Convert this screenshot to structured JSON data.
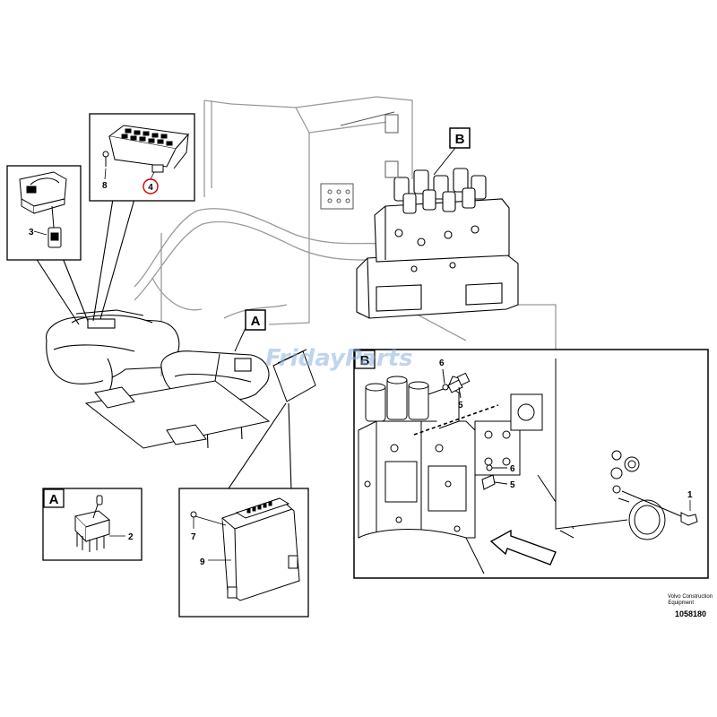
{
  "watermark": {
    "text": "FridayParts",
    "color_main": "#8fb1df",
    "color_accent": "#f2c27a"
  },
  "main_callouts": {
    "a": "A",
    "b": "B"
  },
  "detail_a": {
    "letter": "A",
    "part": "2"
  },
  "detail_b": {
    "letter": "B",
    "parts": [
      "6",
      "5",
      "6",
      "5",
      "1"
    ]
  },
  "detail_top_left": {
    "part": "3"
  },
  "detail_top_middle": {
    "parts": [
      "8",
      "4"
    ]
  },
  "detail_ecu": {
    "parts": [
      "7",
      "9"
    ]
  },
  "footer": {
    "company_line1": "Volvo Construction",
    "company_line2": "Equipment",
    "doc_number": "1058180"
  },
  "colors": {
    "line": "#000000",
    "gray": "#999999",
    "highlight": "#cc0000"
  }
}
